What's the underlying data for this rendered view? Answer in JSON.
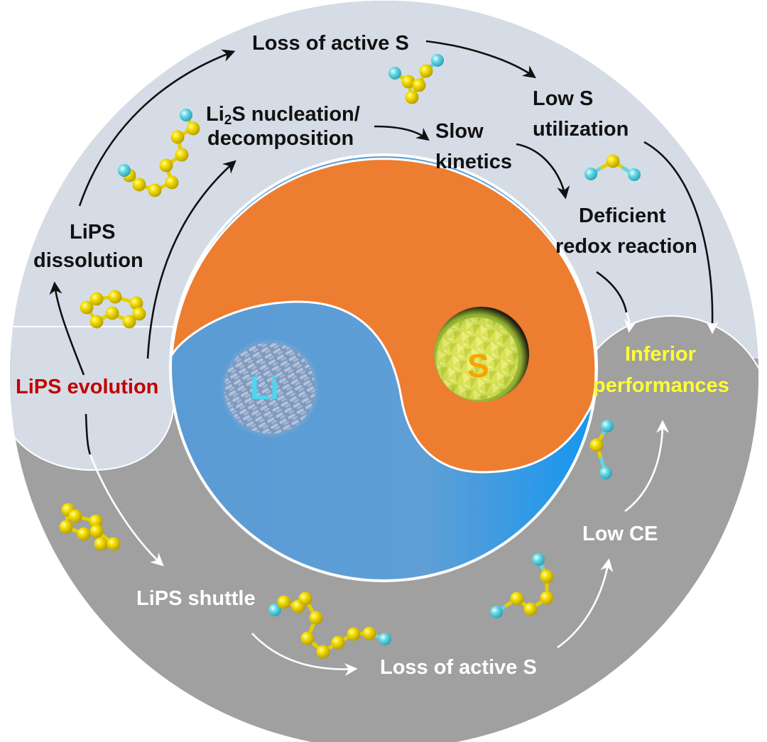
{
  "colors": {
    "upper_region": "#d6dce6",
    "lower_region": "#a0a0a0",
    "orange_half": "#ed7d31",
    "blue_half": "#5b9bd5",
    "blue_bright": "#1e9bf0",
    "sulfur_atom": "#f2dc00",
    "lithium_atom": "#5fd6e6",
    "li_label": "#4dd6f0",
    "s_label": "#f5a500",
    "highlight_red": "#c00000",
    "highlight_yellow": "#ffff33"
  },
  "center": {
    "li_label": "Li",
    "s_label": "S"
  },
  "upper": {
    "loss_active_s": "Loss of active S",
    "li2s_line1_pre": "Li",
    "li2s_line1_sub": "2",
    "li2s_line1_post": "S nucleation/",
    "li2s_line2": "decomposition",
    "slow_line1": "Slow",
    "slow_line2": "kinetics",
    "low_s_line1": "Low S",
    "low_s_line2": "utilization",
    "deficient_line1": "Deficient",
    "deficient_line2": "redox reaction",
    "dissolution_line1": "LiPS",
    "dissolution_line2": "dissolution"
  },
  "hub": {
    "evolution": "LiPS evolution",
    "inferior_line1": "Inferior",
    "inferior_line2": "performances"
  },
  "lower": {
    "shuttle": "LiPS shuttle",
    "loss_active_s": "Loss of active S",
    "low_ce": "Low CE"
  },
  "molecules": [
    {
      "name": "li2s4-molecule",
      "region": "upper"
    },
    {
      "name": "li2s8-molecule",
      "region": "upper"
    },
    {
      "name": "s8-ring-molecule",
      "region": "upper"
    },
    {
      "name": "li2s-molecule",
      "region": "upper"
    },
    {
      "name": "s8-ring-molecule",
      "region": "lower"
    },
    {
      "name": "li2s8-molecule",
      "region": "lower"
    },
    {
      "name": "li2s4-molecule",
      "region": "lower"
    },
    {
      "name": "li2s-molecule",
      "region": "lower"
    }
  ]
}
